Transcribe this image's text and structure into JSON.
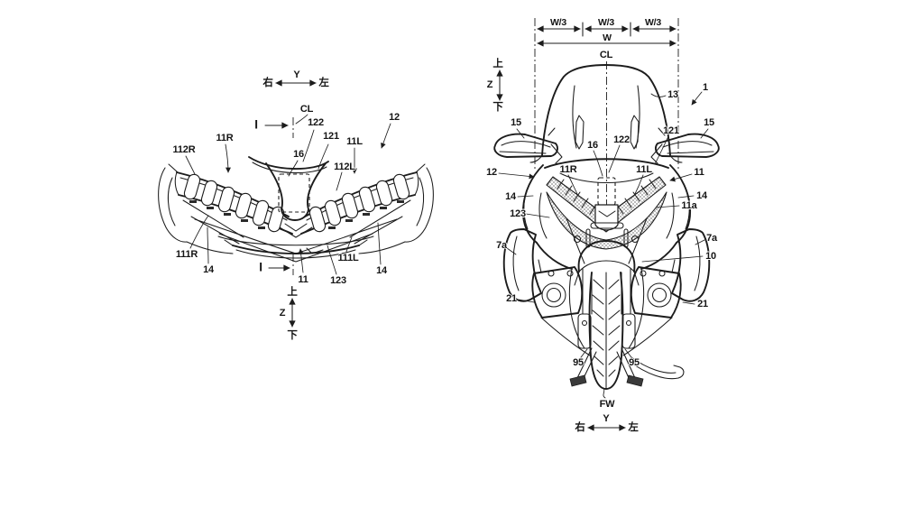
{
  "page": {
    "background": "#ffffff",
    "ink": "#1c1c1c"
  },
  "left_view": {
    "axis_top": {
      "right_char": "右",
      "axis_letter": "Y",
      "left_char": "左"
    },
    "axis_bottom": {
      "up_char": "上",
      "axis_letter": "Z",
      "down_char": "下"
    },
    "centerline_label": "CL",
    "section_marker_top": "I",
    "section_marker_bottom": "I",
    "refs": {
      "r112R": "112R",
      "r11R": "11R",
      "r122": "122",
      "r121": "121",
      "r16": "16",
      "r11L": "11L",
      "r112L": "112L",
      "r12": "12",
      "r111R": "111R",
      "r14_left": "14",
      "r11": "11",
      "r123": "123",
      "r111L": "111L",
      "r14_right": "14"
    }
  },
  "right_view": {
    "dimensions": {
      "w_third_left": "W/3",
      "w_third_mid": "W/3",
      "w_third_right": "W/3",
      "w_total": "W"
    },
    "centerline_label": "CL",
    "axis_left": {
      "up_char": "上",
      "axis_letter": "Z",
      "down_char": "下"
    },
    "axis_bottom": {
      "right_char": "右",
      "axis_letter": "Y",
      "left_char": "左"
    },
    "refs": {
      "r1": "1",
      "r13": "13",
      "r15_left": "15",
      "r15_right": "15",
      "r16": "16",
      "r122": "122",
      "r121": "121",
      "r12": "12",
      "r11R": "11R",
      "r11L": "11L",
      "r11": "11",
      "r14_left": "14",
      "r14_right": "14",
      "r11a": "11a",
      "r123": "123",
      "r7a_left": "7a",
      "r7a_right": "7a",
      "r10": "10",
      "r21_left": "21",
      "r21_right": "21",
      "r95_left": "95",
      "r95_right": "95",
      "r_fw": "FW"
    }
  }
}
